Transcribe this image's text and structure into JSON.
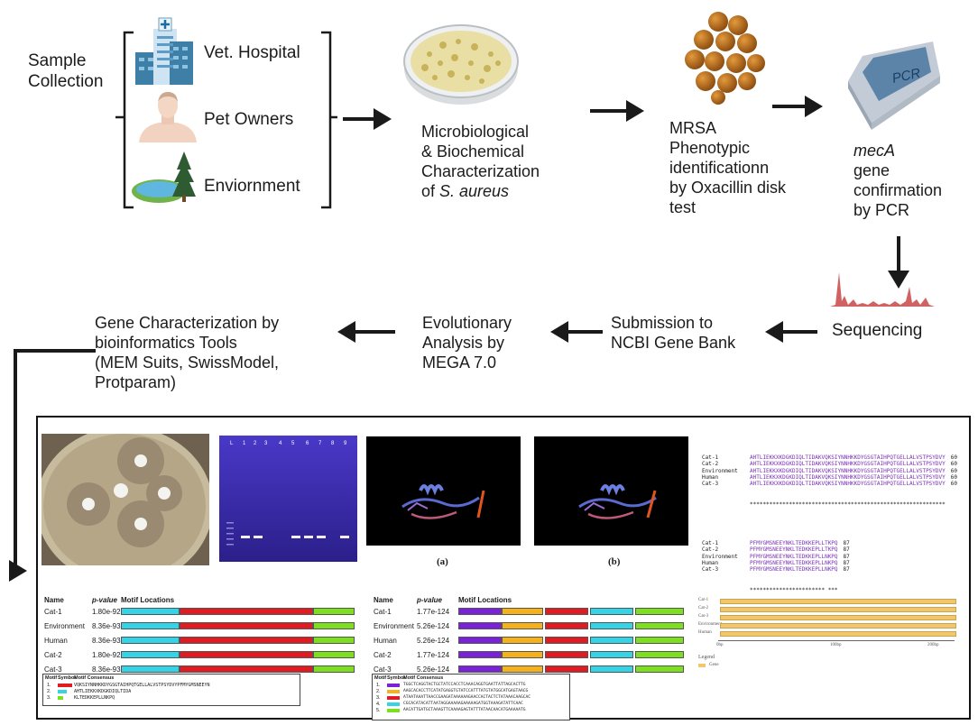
{
  "top": {
    "sample_collection": [
      "Sample",
      "Collection"
    ],
    "sources": [
      "Vet. Hospital",
      "Pet Owners",
      "Enviornment"
    ],
    "micro": [
      "Microbiological",
      "& Biochemical",
      "Characterization",
      "of "
    ],
    "micro_species": "S. aureus",
    "mrsa": [
      "MRSA",
      "Phenotypic",
      "identificationn",
      "by Oxacillin disk",
      "test"
    ],
    "meca_italic": "mecA",
    "meca": [
      "gene",
      "confirmation",
      "by PCR"
    ],
    "pcr_device_label": "PCR",
    "sequencing": "Sequencing",
    "ncbi": [
      "Submission to",
      "NCBI Gene Bank"
    ],
    "evol": [
      "Evolutionary",
      "Analysis by",
      "MEGA 7.0"
    ],
    "gene_char": [
      "Gene Characterization by",
      "bioinformatics Tools",
      "(MEM Suits, SwissModel,",
      "Protparam)"
    ]
  },
  "colors": {
    "arrow": "#1a1a1a",
    "red": "#e01b22",
    "cyan": "#35d3e6",
    "green": "#7ce01e",
    "purple": "#7a22d6",
    "orange": "#f5b21b",
    "bar_yellow": "#f2c66a"
  },
  "gel": {
    "lanes": [
      "L",
      "1",
      "2",
      "3",
      "4",
      "5",
      "6",
      "7",
      "8",
      "9"
    ]
  },
  "structures": {
    "a": "(a)",
    "b": "(b)"
  },
  "alignment": {
    "block1": [
      [
        "Cat-1",
        "AHTLIEKKXKDGKDIQLTIDAKVQKSIYNNHKKDYGSGTAIHPQTGELLALVSTPSYDVY",
        "60"
      ],
      [
        "Cat-2",
        "AHTLIEKKXKDGKDIQLTIDAKVQKSIYNNHKKDYGSGTAIHPQTGELLALVSTPSYDVY",
        "60"
      ],
      [
        "Environment",
        "AHTLIEKKXKDGKDIQLTIDAKVQKSIYNNHKKDYGSGTAIHPQTGELLALVSTPSYDVY",
        "60"
      ],
      [
        "Human",
        "AHTLIEKKXKDGKDIQLTIDAKVQKSIYNNHKKDYGSGTAIHPQTGELLALVSTPSYDVY",
        "60"
      ],
      [
        "Cat-3",
        "AHTLIEKKXKDGKDIQLTIDAKVQKSIYNNHKKDYGSGTAIHPQTGELLALVSTPSYDVY",
        "60"
      ]
    ],
    "cons1": "************************************************************",
    "block2": [
      [
        "Cat-1",
        "PFMYGMSNEEYNKLTEDKKEPLLTKPQ",
        "87"
      ],
      [
        "Cat-2",
        "PFMYGMSNEEYNKLTEDKKEPLLTKPQ",
        "87"
      ],
      [
        "Environment",
        "PFMYGMSNEEYNKLTEDKKEPLLNKPQ",
        "87"
      ],
      [
        "Human",
        "PFMYGMSNEEYNKLTEDKKEPLLNKPQ",
        "87"
      ],
      [
        "Cat-3",
        "PFMYGMSNEEYNKLTEDKKEPLLNKPQ",
        "87"
      ]
    ],
    "cons2": "*********************** ***"
  },
  "motif1": {
    "headers": {
      "name": "Name",
      "p": "p-value",
      "loc": "Motif Locations"
    },
    "rows": [
      {
        "name": "Cat-1",
        "p": "1.80e-92"
      },
      {
        "name": "Environment",
        "p": "8.36e-93"
      },
      {
        "name": "Human",
        "p": "8.36e-93"
      },
      {
        "name": "Cat-2",
        "p": "1.80e-92"
      },
      {
        "name": "Cat-3",
        "p": "8.36e-93"
      }
    ],
    "legend": {
      "headers": [
        "Motif",
        "Symbol",
        "Motif Consensus"
      ],
      "ids": [
        "1.",
        "2.",
        "3."
      ],
      "seqs": [
        "VQKSIYNNHKKDYGSGTAIHPQTGELLALVSTPSYDVYPFMYGMSNEEYN",
        "AHTLIEKKXKDGKDIQLTIDA",
        "KLTEDKKEPLLNKPQ"
      ]
    }
  },
  "motif2": {
    "headers": {
      "name": "Name",
      "p": "p-value",
      "loc": "Motif Locations"
    },
    "rows": [
      {
        "name": "Cat-1",
        "p": "1.77e-124"
      },
      {
        "name": "Environment",
        "p": "5.26e-124"
      },
      {
        "name": "Human",
        "p": "5.26e-124"
      },
      {
        "name": "Cat-2",
        "p": "1.77e-124"
      },
      {
        "name": "Cat-3",
        "p": "5.26e-124"
      }
    ],
    "legend": {
      "headers": [
        "Motif",
        "Symbol",
        "Motif Consensus"
      ],
      "ids": [
        "1.",
        "2.",
        "3.",
        "4.",
        "5."
      ],
      "seqs": [
        "TGGCTCAGGTACTGCTATCCACCTCAAACAGGTGAATTATTAGCACTTG",
        "AAGCACACCTTCATATGAGGTGTATCCATTTATGTATGGCATGAGTAACG",
        "ATAATAAATTAACCGAAGATAAAAAAGAACCACTACTCTATAAACAAGCAC",
        "CGCACATACATTAATAGGAAAAAGAAAAAGATGGTAAAGATATTCAAC",
        "AACATTGATGCTAAAGTTCAAAAGAGTATTTATAACAACATGAAAAATG"
      ]
    }
  },
  "track": {
    "rows": [
      "Cat-1",
      "Cat-2",
      "Cat-3",
      "Environment",
      "Human"
    ],
    "ticks": [
      "0bp",
      "100bp",
      "200bp"
    ],
    "legend_title": "Legend",
    "legend_item": "Gene"
  }
}
